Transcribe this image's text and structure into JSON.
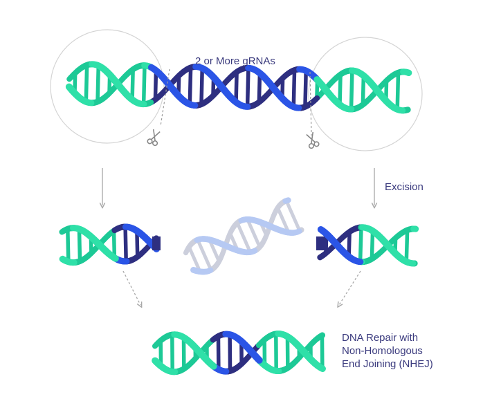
{
  "labels": {
    "grnas": "2 or More gRNAs",
    "excision": "Excision",
    "repair": [
      "DNA Repair with",
      "Non-Homologous",
      "End Joining (NHEJ)"
    ]
  },
  "colors": {
    "teal": "#2fe0a8",
    "teal_dark": "#1dc996",
    "blue": "#2b55e6",
    "navy": "#2e2f80",
    "faded_blue": "#aac0f2",
    "faded_grey": "#c4c7d6",
    "circle": "#d4d4d4",
    "arrow": "#a8a8a8",
    "text": "#3b3b7e"
  },
  "icons": [
    "scissors-icon",
    "arrow-down-icon",
    "dotted-arrow-icon"
  ]
}
